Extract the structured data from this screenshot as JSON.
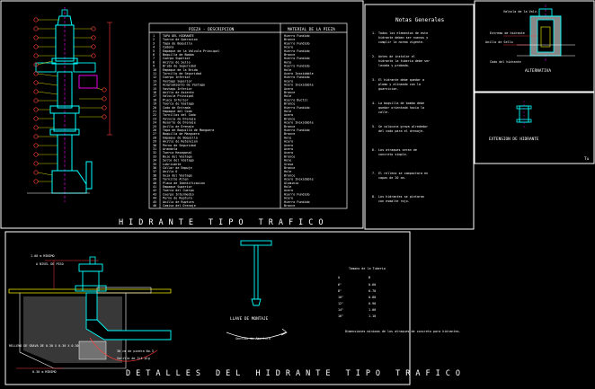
{
  "title_main": "HIDRANTE TIPO TRAFICO",
  "title_details": "DETALLES DEL HIDRANTE TIPO TRAFICO",
  "table": {
    "header_piece": "PIEZA - DESCRIPCION",
    "header_material": "MATERIAL DE LA PIEZA",
    "rows": [
      {
        "n": "1",
        "desc": "TAPA DEL HIDRANTE",
        "mat": "Hierro Fundido"
      },
      {
        "n": "2",
        "desc": "Tuerca de Operacion",
        "mat": "Bronce"
      },
      {
        "n": "3",
        "desc": "Tapa de Boquilla",
        "mat": "Hierro Fundido"
      },
      {
        "n": "4",
        "desc": "Cadena",
        "mat": "Acero"
      },
      {
        "n": "5",
        "desc": "Empaque de la Valvula Principal",
        "mat": "Hierro Fundido"
      },
      {
        "n": "6",
        "desc": "Boquilla de Bomba",
        "mat": "Bronce"
      },
      {
        "n": "7",
        "desc": "Cuerpo Superior",
        "mat": "Hierro Fundido"
      },
      {
        "n": "8",
        "desc": "Anillo de Sello",
        "mat": "Hule"
      },
      {
        "n": "9",
        "desc": "Brida de Seguridad",
        "mat": "Hierro Fundido"
      },
      {
        "n": "10",
        "desc": "Empaque de la Brida",
        "mat": "Hule"
      },
      {
        "n": "11",
        "desc": "Tornillo de Seguridad",
        "mat": "Acero Inoxidable"
      },
      {
        "n": "12",
        "desc": "Cuerpo Inferior",
        "mat": "Hierro Fundido"
      },
      {
        "n": "13",
        "desc": "Vastago Superior",
        "mat": "Acero"
      },
      {
        "n": "14",
        "desc": "Acoplamiento de Vastago",
        "mat": "Acero Inoxidable"
      },
      {
        "n": "15",
        "desc": "Vastago Inferior",
        "mat": "Acero"
      },
      {
        "n": "16",
        "desc": "Anillo de Asiento",
        "mat": "Bronce"
      },
      {
        "n": "17",
        "desc": "Valvula Principal",
        "mat": "Hule"
      },
      {
        "n": "18",
        "desc": "Placa Inferior",
        "mat": "Hierro Ductil"
      },
      {
        "n": "19",
        "desc": "Tuerca de Vastago",
        "mat": "Bronce"
      },
      {
        "n": "20",
        "desc": "Codo de Entrada",
        "mat": "Hierro Fundido"
      },
      {
        "n": "21",
        "desc": "Empaque del Codo",
        "mat": "Hule"
      },
      {
        "n": "22",
        "desc": "Tornillos del Codo",
        "mat": "Acero"
      },
      {
        "n": "23",
        "desc": "Valvula de Drenaje",
        "mat": "Bronce"
      },
      {
        "n": "24",
        "desc": "Resorte de Drenaje",
        "mat": "Acero Inoxidable"
      },
      {
        "n": "25",
        "desc": "Anillo de Drenaje",
        "mat": "Bronce"
      },
      {
        "n": "26",
        "desc": "Tapa de Boquilla de Manguera",
        "mat": "Hierro Fundido"
      },
      {
        "n": "27",
        "desc": "Boquilla de Manguera",
        "mat": "Bronce"
      },
      {
        "n": "28",
        "desc": "Empaque de Boquilla",
        "mat": "Hule"
      },
      {
        "n": "29",
        "desc": "Anillo de Retencion",
        "mat": "Acero"
      },
      {
        "n": "30",
        "desc": "Perno de Seguridad",
        "mat": "Acero"
      },
      {
        "n": "31",
        "desc": "Arandela",
        "mat": "Acero"
      },
      {
        "n": "32",
        "desc": "Tuerca Hexagonal",
        "mat": "Acero"
      },
      {
        "n": "33",
        "desc": "Buje del Vastago",
        "mat": "Bronce"
      },
      {
        "n": "34",
        "desc": "Sello del Vastago",
        "mat": "Hule"
      },
      {
        "n": "35",
        "desc": "Lubricante",
        "mat": "Grasa"
      },
      {
        "n": "36",
        "desc": "Collar de Empuje",
        "mat": "Bronce"
      },
      {
        "n": "37",
        "desc": "Anillo O",
        "mat": "Hule"
      },
      {
        "n": "38",
        "desc": "Guia del Vastago",
        "mat": "Bronce"
      },
      {
        "n": "39",
        "desc": "Tornillo Allen",
        "mat": "Acero Inoxidable"
      },
      {
        "n": "40",
        "desc": "Placa de Identificacion",
        "mat": "Aluminio"
      },
      {
        "n": "41",
        "desc": "Empaque Superior",
        "mat": "Hule"
      },
      {
        "n": "42",
        "desc": "Tuerca del Cuerpo",
        "mat": "Acero"
      },
      {
        "n": "43",
        "desc": "Cuerpo Intermedio",
        "mat": "Hierro Fundido"
      },
      {
        "n": "44",
        "desc": "Perno de Ruptura",
        "mat": "Acero"
      },
      {
        "n": "45",
        "desc": "Anillo de Ruptura",
        "mat": "Hierro Fundido"
      },
      {
        "n": "46",
        "desc": "Camisa del Drenaje",
        "mat": "Bronce"
      }
    ]
  },
  "notes": {
    "title": "Notas Generales",
    "items": [
      {
        "n": "1.",
        "text": "Todos los elementos de este hidrante deben ser nuevos y cumplir la norma vigente."
      },
      {
        "n": "2.",
        "text": "Antes de instalar el hidrante la tuberia debe ser lavada y probada."
      },
      {
        "n": "3.",
        "text": "El hidrante debe quedar a plomo y alineado con la guarnicion."
      },
      {
        "n": "4.",
        "text": "La boquilla de bomba debe quedar orientada hacia la calle."
      },
      {
        "n": "5.",
        "text": "Se colocara grava alrededor del codo para el drenaje."
      },
      {
        "n": "6.",
        "text": "Los atraques seran de concreto simple."
      },
      {
        "n": "7.",
        "text": "El relleno se compactara en capas de 20 cm."
      },
      {
        "n": "8.",
        "text": "Los hidrantes se pintaran con esmalte rojo."
      }
    ]
  },
  "alternativa": {
    "label": "ALTERNATIVA",
    "callouts": [
      "Valvula de la Valv.",
      "Extremo de hidrante",
      "Anillo de Sello",
      "Codo del hidrante"
    ]
  },
  "extension": {
    "label": "EXTENSION DE HIDRANTE"
  },
  "llave": {
    "label": "LLAVE DE MONTAJE",
    "sentido": "Sentido de Abertura"
  },
  "detail": {
    "dim_top": "1.00 m MINIMO",
    "nivel_piso": "A NIVEL DE PISO",
    "dim_bottom": "0.30 m MINIMO",
    "relleno": "RELLENO DE GRAVA DE 0.30 X 0.30 X 0.30",
    "note1": "30 cm de piedra No.3",
    "note2": "Varilla de 3/4 plg"
  },
  "small_table": {
    "title": "Tamano de la Tuberia",
    "h1": "A",
    "h2": "B",
    "rows": [
      [
        "6\"",
        "0.60"
      ],
      [
        "8\"",
        "0.70"
      ],
      [
        "10\"",
        "0.80"
      ],
      [
        "12\"",
        "0.90"
      ],
      [
        "14\"",
        "1.00"
      ],
      [
        "16\"",
        "1.10"
      ]
    ],
    "footnote": "Dimensiones minimas de los atraques de concreto para hidrantes."
  },
  "tu_label": "Tu"
}
